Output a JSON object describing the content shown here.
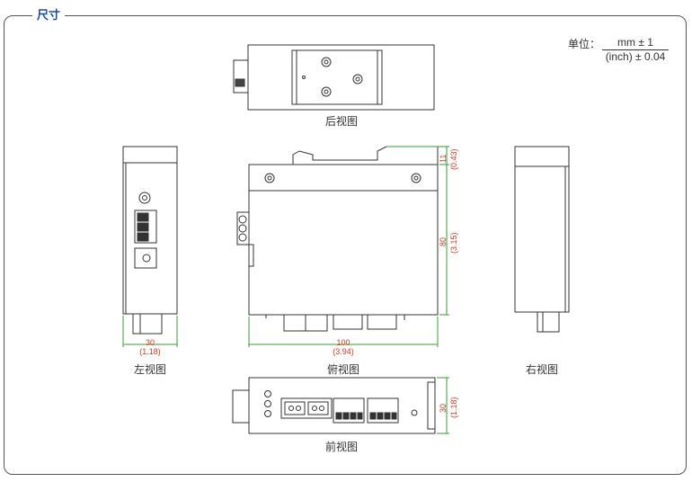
{
  "title": "尺寸",
  "unit": {
    "label": "单位：",
    "metric": "mm ± 1",
    "imperial": "(inch) ± 0.04"
  },
  "views": {
    "rear": "后视图",
    "left": "左视图",
    "top": "俯视图",
    "right": "右视图",
    "front": "前视图"
  },
  "dims": {
    "left_width": {
      "mm": "30",
      "inch": "(1.18)"
    },
    "top_width": {
      "mm": "100",
      "inch": "(3.94)"
    },
    "top_height": {
      "mm": "80",
      "inch": "(3.15)"
    },
    "top_rail": {
      "mm": "11",
      "inch": "(0.43)"
    },
    "front_height": {
      "mm": "30",
      "inch": "(1.18)"
    }
  }
}
